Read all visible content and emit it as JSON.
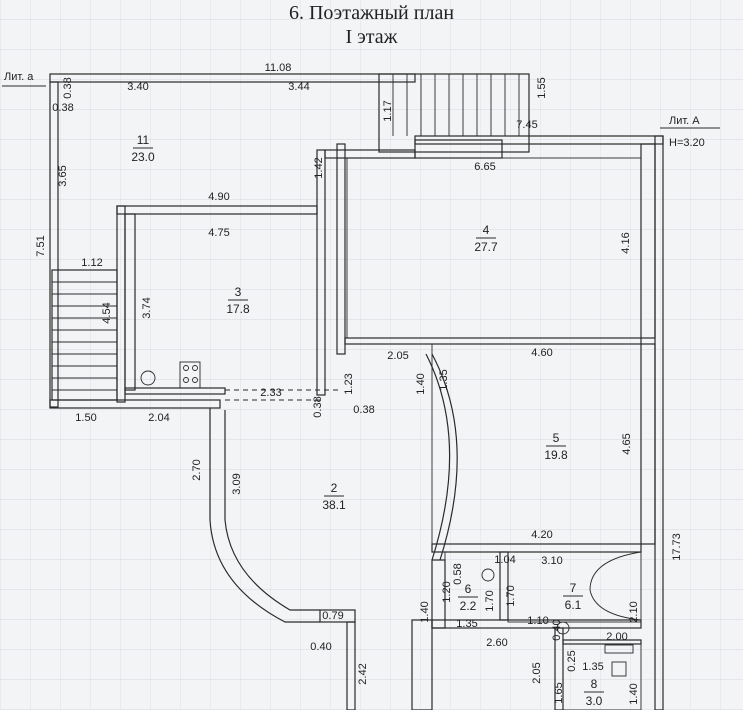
{
  "header": {
    "title": "6. Поэтажный план",
    "subtitle": "I этаж"
  },
  "legend": {
    "lit_a_small": "Лит. а",
    "lit_a_big": "Лит. А",
    "height": "Н=3.20"
  },
  "rooms": [
    {
      "num": "11",
      "area": "23.0"
    },
    {
      "num": "3",
      "area": "17.8"
    },
    {
      "num": "4",
      "area": "27.7"
    },
    {
      "num": "5",
      "area": "19.8"
    },
    {
      "num": "2",
      "area": "38.1"
    },
    {
      "num": "6",
      "area": "2.2"
    },
    {
      "num": "7",
      "area": "6.1"
    },
    {
      "num": "8",
      "area": "3.0"
    }
  ],
  "dimensions": [
    "11.08",
    "3.40",
    "3.44",
    "0.38",
    "0.38",
    "1.55",
    "1.17",
    "7.45",
    "1.42",
    "6.65",
    "3.65",
    "7.51",
    "4.90",
    "4.75",
    "1.12",
    "4.54",
    "3.74",
    "4.16",
    "2.05",
    "4.60",
    "1.40",
    "1.35",
    "2.33",
    "1.23",
    "0.38",
    "0.38",
    "1.50",
    "2.04",
    "4.65",
    "2.70",
    "3.09",
    "4.20",
    "1.04",
    "3.10",
    "0.58",
    "1.20",
    "1.70",
    "1.70",
    "17.73",
    "1.40",
    "2.10",
    "1.35",
    "1.10",
    "0.40",
    "2.00",
    "0.79",
    "2.60",
    "0.40",
    "1.35",
    "2.42",
    "2.05",
    "0.25",
    "1.65",
    "1.40"
  ]
}
